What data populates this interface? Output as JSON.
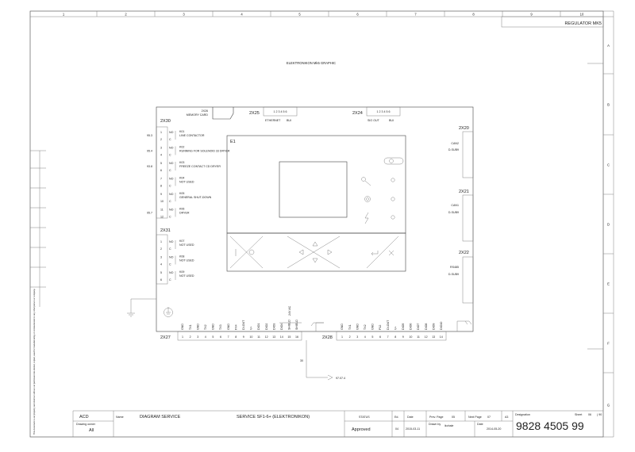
{
  "columns": [
    "1",
    "2",
    "3",
    "4",
    "5",
    "6",
    "7",
    "8",
    "9",
    "10"
  ],
  "rows": [
    "A",
    "B",
    "C",
    "D",
    "E",
    "F",
    "G"
  ],
  "header": {
    "title": "REGULATOR MK5"
  },
  "controller": {
    "title": "ELEKTRONIKON Mk5 GRAPHIC",
    "module": "E1",
    "x26": {
      "tag": "2X26",
      "name": "MEMORY CARD"
    },
    "x25": {
      "tag": "2X25",
      "pins": "1 2 3 4 5 6",
      "left": "ETHERNET",
      "right": "BUI"
    },
    "x24": {
      "tag": "2X24",
      "pins": "1 2 3 4 5 6",
      "left": "SIO OUT",
      "right": "BUI"
    },
    "x30": {
      "tag": "2X30"
    },
    "x31": {
      "tag": "2X31"
    },
    "x20": {
      "tag": "2X20",
      "type": "CAN2",
      "sub": "D-SUB9"
    },
    "x21": {
      "tag": "2X21",
      "type": "CAN1",
      "sub": "D-SUB9"
    },
    "x22": {
      "tag": "2X22",
      "type": "RS485",
      "sub": "D-SUB9"
    },
    "x27": {
      "tag": "2X27"
    },
    "x28": {
      "tag": "2X28"
    },
    "v24": "24V AC"
  },
  "relays": [
    {
      "pins": [
        "1",
        "2"
      ],
      "no": "NO",
      "c": "C",
      "k": "K01",
      "desc": "LINE CONTACTOR",
      "ref": "95.3"
    },
    {
      "pins": [
        "3",
        "4"
      ],
      "no": "NO",
      "c": "C",
      "k": "K02",
      "desc": "RUNNING FOR SOLENOID 33 DRYER",
      "ref": "95.4"
    },
    {
      "pins": [
        "5",
        "6"
      ],
      "no": "NO",
      "c": "C",
      "k": "K03",
      "desc": "FREEZE CONTACT CD DRYER",
      "ref": "93.8"
    },
    {
      "pins": [
        "7",
        "8"
      ],
      "no": "NO",
      "c": "C",
      "k": "K04",
      "desc": "NOT USED",
      "ref": ""
    },
    {
      "pins": [
        "9",
        "10"
      ],
      "no": "NO",
      "c": "C",
      "k": "K05",
      "desc": "GENERAL SHUT-DOWN",
      "ref": ""
    },
    {
      "pins": [
        "11",
        "12"
      ],
      "no": "NO",
      "c": "C",
      "k": "K06",
      "desc": "DRYER",
      "ref": "95.7"
    }
  ],
  "relays2": [
    {
      "pins": [
        "1",
        "2"
      ],
      "no": "NO",
      "c": "C",
      "k": "K07",
      "desc": "NOT USED"
    },
    {
      "pins": [
        "3",
        "4"
      ],
      "no": "NO",
      "c": "C",
      "k": "K08",
      "desc": "NOT USED"
    },
    {
      "pins": [
        "5",
        "6"
      ],
      "no": "NO",
      "c": "C",
      "k": "K09",
      "desc": "NOT USED"
    }
  ],
  "x27_labels": [
    "GND",
    "TX1",
    "GND",
    "TX2",
    "GND",
    "TX3",
    "GND",
    "FX4",
    "DI-OUT",
    "V+",
    "DIO1",
    "DIO2",
    "DIO3",
    "DIO4",
    "SHIELD",
    "SHIELD"
  ],
  "x27_pins": [
    "1",
    "2",
    "3",
    "4",
    "5",
    "6",
    "7",
    "8",
    "9",
    "10",
    "11",
    "12",
    "13",
    "14",
    "15",
    "16"
  ],
  "x28_labels": [
    "GND",
    "TX1",
    "GND",
    "TX2",
    "GND",
    "P12",
    "DI-OUT",
    "V+",
    "DIO5",
    "DIO6",
    "DIO7",
    "DIO8",
    "DIO9",
    "DIO10"
  ],
  "x28_pins": [
    "1",
    "2",
    "3",
    "4",
    "5",
    "6",
    "7",
    "8",
    "9",
    "10",
    "11",
    "12",
    "13",
    "14"
  ],
  "wire_ref": "30",
  "xref": "97.07.4",
  "title_block": {
    "company": "ACD",
    "owner_label": "Drawing owner",
    "owner": "All",
    "name_label": "Name",
    "name": "DIAGRAM SERVICE",
    "subject": "SERVICE SF1-6+ (ELEKTRONIKON)",
    "status_label": "STATUS",
    "status": "Approved",
    "ed_label": "Ed.",
    "ed": "04",
    "date_label": "Date",
    "date1": "2015-03-11",
    "prev_label": "Prev. Page",
    "prev": "05",
    "next_label": "Next Page",
    "next": "07",
    "size": "A3",
    "drawn_label": "Drawn by",
    "drawn": "ikohale",
    "date2": "2014-05-20",
    "designation_label": "Designation",
    "designation": "9828 4505 99",
    "sheet_label": "Sheet",
    "sheet": "06",
    "sheet_of": "( 90"
  },
  "side_note": "This document is our property and shall not without our permission be altered, copied, used for manufacturing or communicated to any other person or company."
}
